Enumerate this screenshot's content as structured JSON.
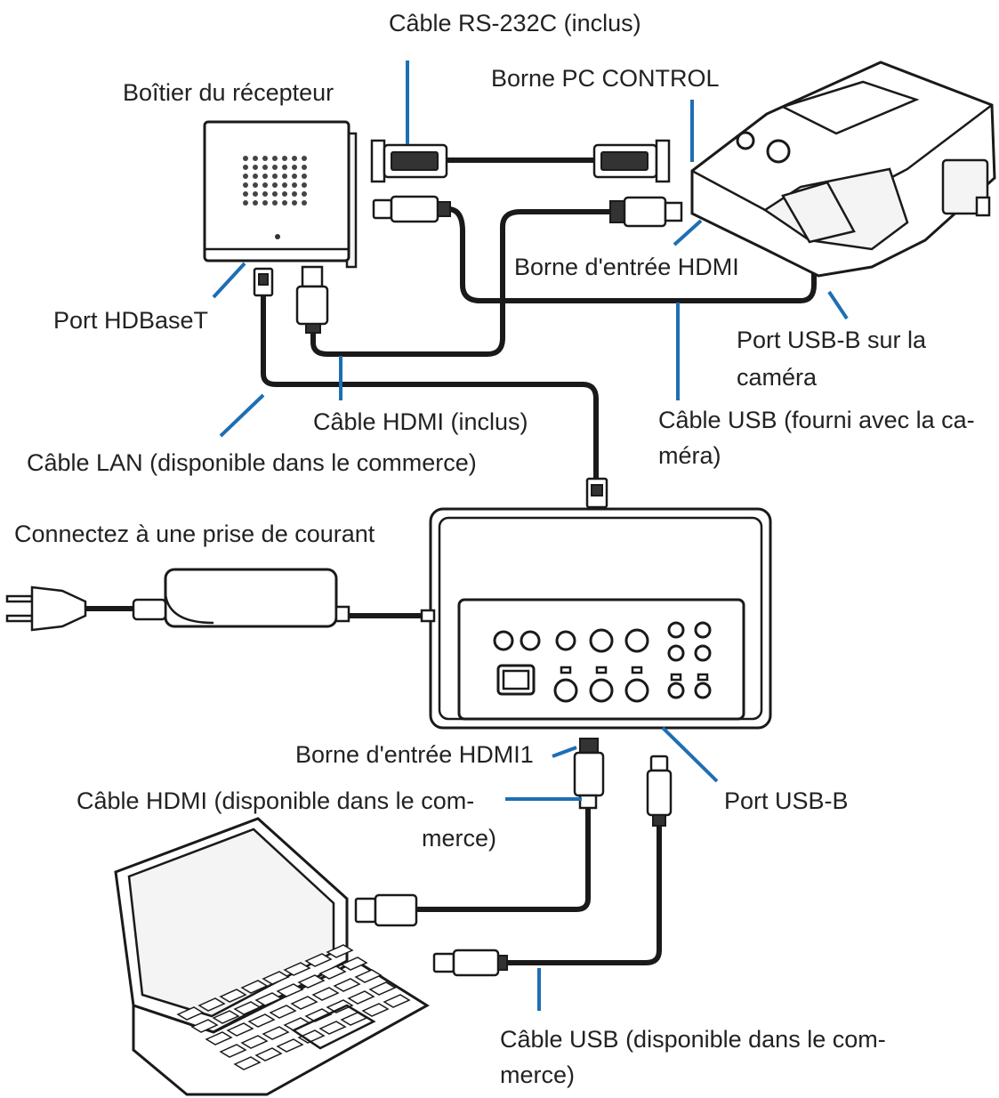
{
  "diagram": {
    "accent_color": "#1d6fb4",
    "line_color": "#1a1a1a",
    "devices": {
      "receiver_box": "Boîtier du récepteur",
      "projector": "projector",
      "switcher": "switcher",
      "power_adapter": "power-adapter",
      "laptop": "laptop"
    },
    "labels": {
      "rs232_cable": "Câble RS-232C (inclus)",
      "pc_control": "Borne PC CONTROL",
      "receiver_box": "Boîtier du récepteur",
      "hdmi_in_terminal": "Borne d'entrée HDMI",
      "hdbaset_port": "Port HDBaseT",
      "camera_usb_port_l1": "Port USB-B sur la",
      "camera_usb_port_l2": "caméra",
      "hdmi_cable_incl": "Câble HDMI (inclus)",
      "usb_cable_cam_l1": "Câble USB (fourni avec la ca-",
      "usb_cable_cam_l2": "méra)",
      "lan_cable": "Câble LAN (disponible dans le commerce)",
      "power_outlet": "Connectez à une prise de courant",
      "hdmi1_in_terminal": "Borne d'entrée HDMI1",
      "hdmi_cable_comm_l1": "Câble HDMI (disponible dans le com-",
      "hdmi_cable_comm_l2": "merce)",
      "usb_b_port": "Port USB-B",
      "usb_cable_comm_l1": "Câble USB (disponible dans le com-",
      "usb_cable_comm_l2": "merce)"
    }
  }
}
